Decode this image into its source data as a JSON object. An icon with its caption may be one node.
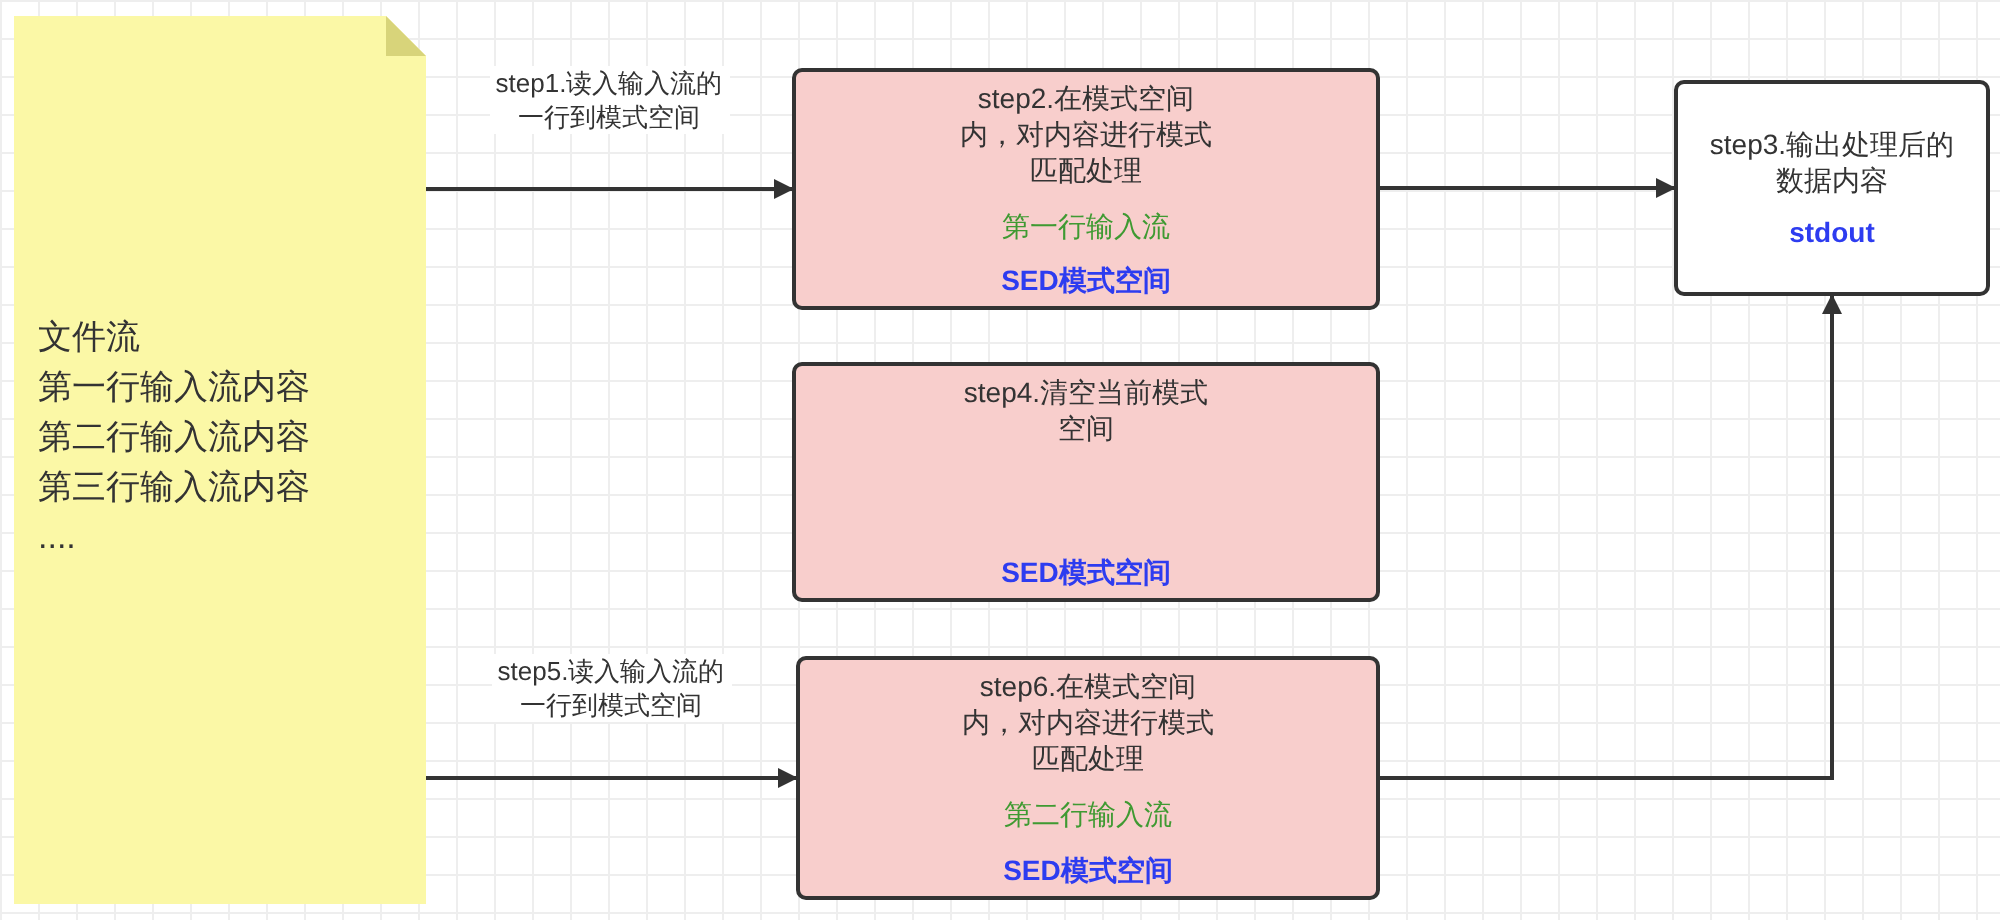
{
  "diagram": {
    "nodes": [
      {
        "text": [
          "文件流",
          "第一行输入流内容",
          "第二行输入流内容",
          "第三行输入流内容",
          "...."
        ]
      },
      {
        "text": [
          "step2.在模式空间内，对内容进行模式匹配处理",
          "第一行输入流",
          "SED模式空间"
        ]
      },
      {
        "text": [
          "step3.输出处理后的数据内容",
          "stdout"
        ]
      },
      {
        "text": [
          "step4.清空当前模式空间",
          "SED模式空间"
        ]
      },
      {
        "text": [
          "step6.在模式空间内，对内容进行模式匹配处理",
          "第二行输入流",
          "SED模式空间"
        ]
      }
    ],
    "edges": [
      {
        "from": 0,
        "to": 1,
        "arrow": "to",
        "label": "step1.读入输入流的一行到模式空间"
      },
      {
        "from": 1,
        "to": 2,
        "arrow": "to"
      },
      {
        "from": 0,
        "to": 4,
        "arrow": "to",
        "label": "step5.读入输入流的一行到模式空间"
      },
      {
        "from": 4,
        "to": 2,
        "arrow": "to"
      }
    ]
  }
}
